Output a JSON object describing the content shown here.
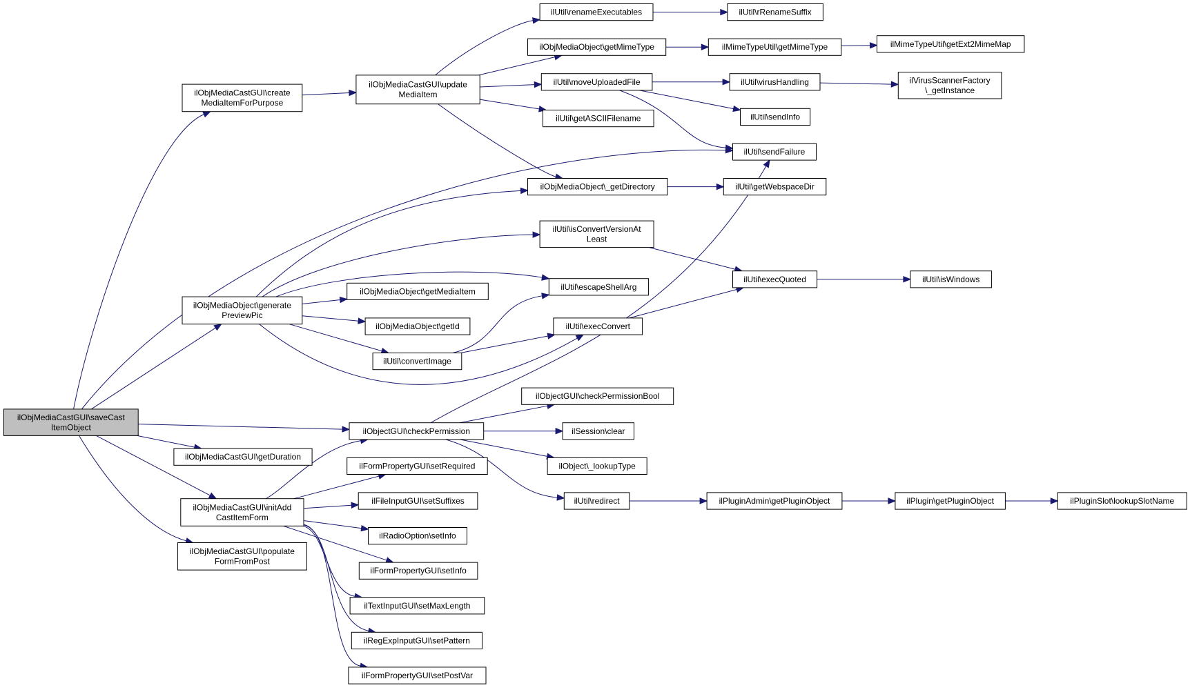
{
  "graph": {
    "edge_color": "#191970",
    "root_fill": "#bfbfbf",
    "nodes": [
      {
        "id": "saveCast",
        "lines": [
          "ilObjMediaCastGUI\\saveCast",
          "ItemObject"
        ],
        "root": true
      },
      {
        "id": "createMedia",
        "lines": [
          "ilObjMediaCastGUI\\create",
          "MediaItemForPurpose"
        ]
      },
      {
        "id": "updateMedia",
        "lines": [
          "ilObjMediaCastGUI\\update",
          "MediaItem"
        ]
      },
      {
        "id": "renameExec",
        "lines": [
          "ilUtil\\renameExecutables"
        ]
      },
      {
        "id": "rRename",
        "lines": [
          "ilUtil\\rRenameSuffix"
        ]
      },
      {
        "id": "getMimeType",
        "lines": [
          "ilObjMediaObject\\getMimeType"
        ]
      },
      {
        "id": "mimeUtilGet",
        "lines": [
          "ilMimeTypeUtil\\getMimeType"
        ]
      },
      {
        "id": "ext2Mime",
        "lines": [
          "ilMimeTypeUtil\\getExt2MimeMap"
        ]
      },
      {
        "id": "moveUploaded",
        "lines": [
          "ilUtil\\moveUploadedFile"
        ]
      },
      {
        "id": "virusHandling",
        "lines": [
          "ilUtil\\virusHandling"
        ]
      },
      {
        "id": "virusScanner",
        "lines": [
          "ilVirusScannerFactory",
          "\\_getInstance"
        ]
      },
      {
        "id": "sendInfo",
        "lines": [
          "ilUtil\\sendInfo"
        ]
      },
      {
        "id": "getASCII",
        "lines": [
          "ilUtil\\getASCIIFilename"
        ]
      },
      {
        "id": "sendFailure",
        "lines": [
          "ilUtil\\sendFailure"
        ]
      },
      {
        "id": "getDirectory",
        "lines": [
          "ilObjMediaObject\\_getDirectory"
        ]
      },
      {
        "id": "webspace",
        "lines": [
          "ilUtil\\getWebspaceDir"
        ]
      },
      {
        "id": "isConvert",
        "lines": [
          "ilUtil\\isConvertVersionAt",
          "Least"
        ]
      },
      {
        "id": "execQuoted",
        "lines": [
          "ilUtil\\execQuoted"
        ]
      },
      {
        "id": "isWindows",
        "lines": [
          "ilUtil\\isWindows"
        ]
      },
      {
        "id": "genPreview",
        "lines": [
          "ilObjMediaObject\\generate",
          "PreviewPic"
        ]
      },
      {
        "id": "escapeShell",
        "lines": [
          "ilUtil\\escapeShellArg"
        ]
      },
      {
        "id": "getMediaItem",
        "lines": [
          "ilObjMediaObject\\getMediaItem"
        ]
      },
      {
        "id": "getId",
        "lines": [
          "ilObjMediaObject\\getId"
        ]
      },
      {
        "id": "execConvert",
        "lines": [
          "ilUtil\\execConvert"
        ]
      },
      {
        "id": "convertImage",
        "lines": [
          "ilUtil\\convertImage"
        ]
      },
      {
        "id": "checkPermBool",
        "lines": [
          "ilObjectGUI\\checkPermissionBool"
        ]
      },
      {
        "id": "checkPerm",
        "lines": [
          "ilObjectGUI\\checkPermission"
        ]
      },
      {
        "id": "sessionClear",
        "lines": [
          "ilSession\\clear"
        ]
      },
      {
        "id": "getDuration",
        "lines": [
          "ilObjMediaCastGUI\\getDuration"
        ]
      },
      {
        "id": "lookupType",
        "lines": [
          "ilObject\\_lookupType"
        ]
      },
      {
        "id": "setRequired",
        "lines": [
          "ilFormPropertyGUI\\setRequired"
        ]
      },
      {
        "id": "redirect",
        "lines": [
          "ilUtil\\redirect"
        ]
      },
      {
        "id": "pluginAdmin",
        "lines": [
          "ilPluginAdmin\\getPluginObject"
        ]
      },
      {
        "id": "pluginGet",
        "lines": [
          "ilPlugin\\getPluginObject"
        ]
      },
      {
        "id": "pluginSlot",
        "lines": [
          "ilPluginSlot\\lookupSlotName"
        ]
      },
      {
        "id": "initAdd",
        "lines": [
          "ilObjMediaCastGUI\\initAdd",
          "CastItemForm"
        ]
      },
      {
        "id": "setSuffixes",
        "lines": [
          "ilFileInputGUI\\setSuffixes"
        ]
      },
      {
        "id": "radioSetInfo",
        "lines": [
          "ilRadioOption\\setInfo"
        ]
      },
      {
        "id": "populate",
        "lines": [
          "ilObjMediaCastGUI\\populate",
          "FormFromPost"
        ]
      },
      {
        "id": "formSetInfo",
        "lines": [
          "ilFormPropertyGUI\\setInfo"
        ]
      },
      {
        "id": "setMaxLength",
        "lines": [
          "ilTextInputGUI\\setMaxLength"
        ]
      },
      {
        "id": "setPattern",
        "lines": [
          "ilRegExpInputGUI\\setPattern"
        ]
      },
      {
        "id": "setPostVar",
        "lines": [
          "ilFormPropertyGUI\\setPostVar"
        ]
      }
    ],
    "edges": [
      {
        "from": "saveCast",
        "to": "createMedia"
      },
      {
        "from": "saveCast",
        "to": "sendFailure"
      },
      {
        "from": "saveCast",
        "to": "genPreview"
      },
      {
        "from": "saveCast",
        "to": "checkPerm"
      },
      {
        "from": "saveCast",
        "to": "getDuration"
      },
      {
        "from": "saveCast",
        "to": "initAdd"
      },
      {
        "from": "saveCast",
        "to": "populate"
      },
      {
        "from": "createMedia",
        "to": "updateMedia"
      },
      {
        "from": "updateMedia",
        "to": "renameExec"
      },
      {
        "from": "updateMedia",
        "to": "getMimeType"
      },
      {
        "from": "updateMedia",
        "to": "moveUploaded"
      },
      {
        "from": "updateMedia",
        "to": "getASCII"
      },
      {
        "from": "updateMedia",
        "to": "getDirectory"
      },
      {
        "from": "renameExec",
        "to": "rRename"
      },
      {
        "from": "getMimeType",
        "to": "mimeUtilGet"
      },
      {
        "from": "mimeUtilGet",
        "to": "ext2Mime"
      },
      {
        "from": "moveUploaded",
        "to": "virusHandling"
      },
      {
        "from": "moveUploaded",
        "to": "sendInfo"
      },
      {
        "from": "moveUploaded",
        "to": "sendFailure"
      },
      {
        "from": "virusHandling",
        "to": "virusScanner"
      },
      {
        "from": "getDirectory",
        "to": "webspace"
      },
      {
        "from": "genPreview",
        "to": "getDirectory"
      },
      {
        "from": "genPreview",
        "to": "isConvert"
      },
      {
        "from": "genPreview",
        "to": "escapeShell"
      },
      {
        "from": "genPreview",
        "to": "getMediaItem"
      },
      {
        "from": "genPreview",
        "to": "getId"
      },
      {
        "from": "genPreview",
        "to": "convertImage"
      },
      {
        "from": "genPreview",
        "to": "execConvert"
      },
      {
        "from": "isConvert",
        "to": "execQuoted"
      },
      {
        "from": "execQuoted",
        "to": "isWindows"
      },
      {
        "from": "convertImage",
        "to": "escapeShell"
      },
      {
        "from": "convertImage",
        "to": "execConvert"
      },
      {
        "from": "execConvert",
        "to": "execQuoted"
      },
      {
        "from": "checkPerm",
        "to": "sendFailure"
      },
      {
        "from": "checkPerm",
        "to": "checkPermBool"
      },
      {
        "from": "checkPerm",
        "to": "sessionClear"
      },
      {
        "from": "checkPerm",
        "to": "lookupType"
      },
      {
        "from": "checkPerm",
        "to": "redirect"
      },
      {
        "from": "redirect",
        "to": "pluginAdmin"
      },
      {
        "from": "pluginAdmin",
        "to": "pluginGet"
      },
      {
        "from": "pluginGet",
        "to": "pluginSlot"
      },
      {
        "from": "initAdd",
        "to": "checkPerm"
      },
      {
        "from": "initAdd",
        "to": "setRequired"
      },
      {
        "from": "initAdd",
        "to": "setSuffixes"
      },
      {
        "from": "initAdd",
        "to": "radioSetInfo"
      },
      {
        "from": "initAdd",
        "to": "formSetInfo"
      },
      {
        "from": "initAdd",
        "to": "setMaxLength"
      },
      {
        "from": "initAdd",
        "to": "setPattern"
      },
      {
        "from": "initAdd",
        "to": "setPostVar"
      }
    ]
  }
}
